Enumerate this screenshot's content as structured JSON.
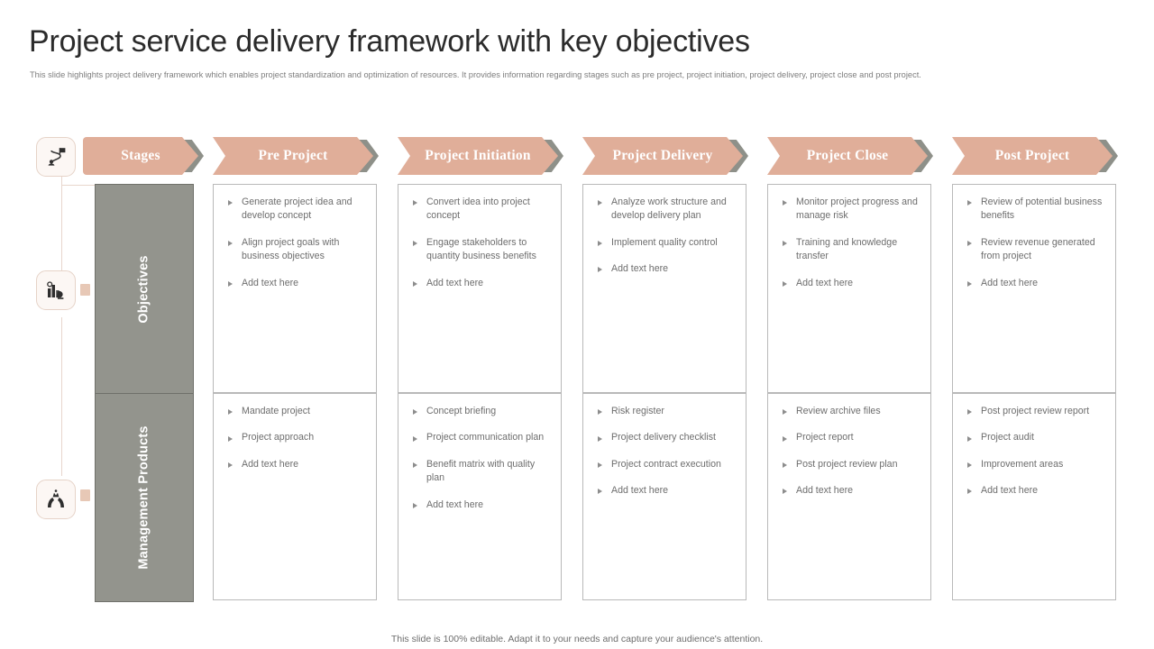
{
  "slide": {
    "title": "Project service delivery framework with key objectives",
    "subtitle": "This slide highlights project delivery framework which enables  project standardization and optimization of resources. It provides information regarding stages such as pre project, project initiation, project delivery,  project close and post project.",
    "footer": "This slide is 100% editable. Adapt it to your needs and capture your audience's attention."
  },
  "colors": {
    "accent": "#e0ae99",
    "accent_shadow": "#8e9089",
    "gray_panel": "#93948d",
    "badge_bg": "#fcf7f4",
    "badge_border": "#e6d3c8",
    "text_body": "#6d6d6d"
  },
  "header": {
    "stages_label": "Stages",
    "columns": [
      {
        "label": "Pre Project"
      },
      {
        "label": "Project Initiation"
      },
      {
        "label": "Project Delivery"
      },
      {
        "label": "Project Close"
      },
      {
        "label": "Post Project"
      }
    ]
  },
  "icons": [
    {
      "name": "journey-path-icon"
    },
    {
      "name": "objectives-chart-target-icon"
    },
    {
      "name": "management-products-hands-icon"
    }
  ],
  "rows": [
    {
      "label": "Objectives",
      "cells": [
        {
          "bullets": [
            "Generate project idea and develop concept",
            "Align project goals with business objectives",
            "Add text here"
          ]
        },
        {
          "bullets": [
            "Convert idea into project concept",
            "Engage stakeholders to quantity business benefits",
            "Add text here"
          ]
        },
        {
          "bullets": [
            "Analyze work structure and develop delivery plan",
            "Implement quality control",
            "Add text here"
          ]
        },
        {
          "bullets": [
            "Monitor project progress and manage risk",
            "Training and knowledge transfer",
            "Add text here"
          ]
        },
        {
          "bullets": [
            "Review of potential business benefits",
            "Review revenue generated from project",
            "Add text here"
          ]
        }
      ]
    },
    {
      "label": "Management Products",
      "cells": [
        {
          "bullets": [
            "Mandate project",
            "Project approach",
            "Add text here"
          ]
        },
        {
          "bullets": [
            "Concept briefing",
            "Project communication plan",
            "Benefit matrix with quality plan",
            "Add text here"
          ]
        },
        {
          "bullets": [
            "Risk register",
            "Project delivery checklist",
            "Project contract execution",
            "Add text here"
          ]
        },
        {
          "bullets": [
            "Review archive files",
            "Project report",
            "Post project review plan",
            "Add text here"
          ]
        },
        {
          "bullets": [
            "Post project review report",
            "Project audit",
            "Improvement areas",
            "Add text here"
          ]
        }
      ]
    }
  ]
}
